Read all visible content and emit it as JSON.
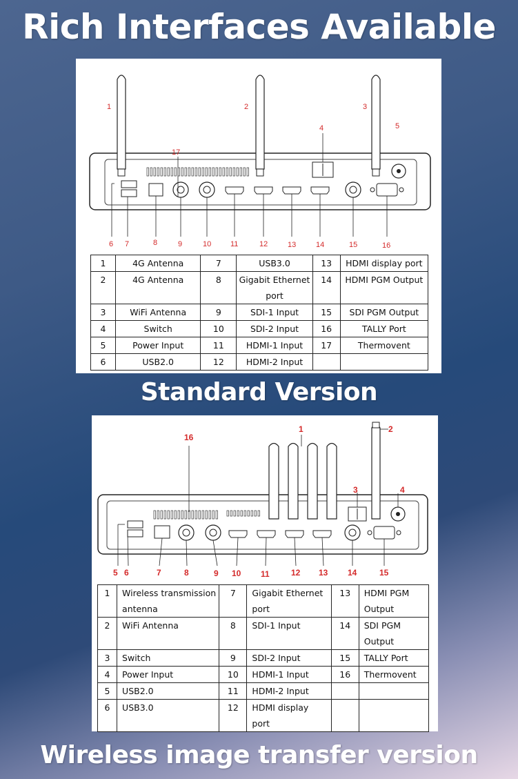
{
  "titles": {
    "main": "Rich Interfaces Available",
    "standard": "Standard Version",
    "wireless": "Wireless image transfer version"
  },
  "standard": {
    "callouts": [
      "1",
      "2",
      "3",
      "4",
      "5",
      "6",
      "7",
      "8",
      "9",
      "10",
      "11",
      "12",
      "13",
      "14",
      "15",
      "16",
      "17"
    ],
    "table": [
      [
        {
          "n": "1",
          "label": "4G Antenna"
        },
        {
          "n": "7",
          "label": "USB3.0"
        },
        {
          "n": "13",
          "label": "HDMI display port"
        }
      ],
      [
        {
          "n": "2",
          "label": "4G Antenna"
        },
        {
          "n": "8",
          "label": "Gigabit Ethernet port"
        },
        {
          "n": "14",
          "label": "HDMI PGM Output"
        }
      ],
      [
        {
          "n": "3",
          "label": "WiFi Antenna"
        },
        {
          "n": "9",
          "label": "SDI-1 Input"
        },
        {
          "n": "15",
          "label": "SDI PGM Output"
        }
      ],
      [
        {
          "n": "4",
          "label": "Switch"
        },
        {
          "n": "10",
          "label": "SDI-2 Input"
        },
        {
          "n": "16",
          "label": "TALLY Port"
        }
      ],
      [
        {
          "n": "5",
          "label": "Power Input"
        },
        {
          "n": "11",
          "label": "HDMI-1 Input"
        },
        {
          "n": "17",
          "label": "Thermovent"
        }
      ],
      [
        {
          "n": "6",
          "label": "USB2.0"
        },
        {
          "n": "12",
          "label": "HDMI-2 Input"
        },
        {
          "n": "",
          "label": ""
        }
      ]
    ]
  },
  "wireless": {
    "callouts": [
      "1",
      "2",
      "3",
      "4",
      "5",
      "6",
      "7",
      "8",
      "9",
      "10",
      "11",
      "12",
      "13",
      "14",
      "15",
      "16"
    ],
    "table": [
      [
        {
          "n": "1",
          "label": "Wireless transmission antenna"
        },
        {
          "n": "7",
          "label": "Gigabit Ethernet port"
        },
        {
          "n": "13",
          "label": "HDMI PGM Output"
        }
      ],
      [
        {
          "n": "2",
          "label": "WiFi Antenna"
        },
        {
          "n": "8",
          "label": "SDI-1 Input"
        },
        {
          "n": "14",
          "label": "SDI PGM Output"
        }
      ],
      [
        {
          "n": "3",
          "label": "Switch"
        },
        {
          "n": "9",
          "label": "SDI-2 Input"
        },
        {
          "n": "15",
          "label": "TALLY Port"
        }
      ],
      [
        {
          "n": "4",
          "label": "Power Input"
        },
        {
          "n": "10",
          "label": "HDMI-1 Input"
        },
        {
          "n": "16",
          "label": "Thermovent"
        }
      ],
      [
        {
          "n": "5",
          "label": "USB2.0"
        },
        {
          "n": "11",
          "label": "HDMI-2 Input"
        },
        {
          "n": "",
          "label": ""
        }
      ],
      [
        {
          "n": "6",
          "label": "USB3.0"
        },
        {
          "n": "12",
          "label": "HDMI display port"
        },
        {
          "n": "",
          "label": ""
        }
      ]
    ]
  }
}
